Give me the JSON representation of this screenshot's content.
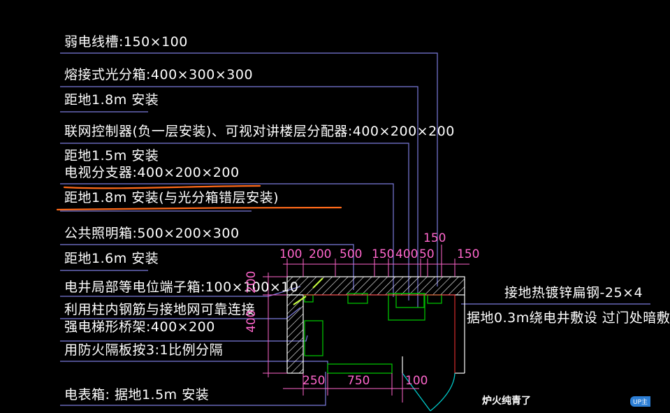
{
  "labels": {
    "weak_trough": "弱电线槽:150×100",
    "fiber_box": "熔接式光分箱:400×300×300",
    "height_18_a": "距地1.8m 安装",
    "network_ctrl": "联网控制器(负一层安装)、可视对讲楼层分配器:400×200×200",
    "height_15_a": "距地1.5m 安装",
    "tv_splitter": "电视分支器:400×200×200",
    "height_18_b": "距地1.8m 安装(与光分箱错层安装)",
    "lighting_box": "公共照明箱:500×200×300",
    "height_16": "距地1.6m 安装",
    "equipotential_box": "电井局部等电位端子箱:100×100×10",
    "column_rebar": "利用柱内钢筋与接地网可靠连接",
    "cable_tray": "强电梯形桥架:400×200",
    "fire_partition": "用防火隔板按3:1比例分隔",
    "meter_box": "电表箱: 据地1.5m 安装",
    "ground_steel": "接地热镀锌扁钢-25×4",
    "ground_route": "据地0.3m绕电井敷设 过门处暗敷"
  },
  "dimensions": {
    "top_left": "100",
    "top_200": "200",
    "top_500": "500",
    "top_150a": "150",
    "top_400": "400",
    "top_50": "50",
    "top_150b": "150",
    "top_150c": "150",
    "left_400": "400",
    "left_200": "200",
    "bottom_250": "250",
    "bottom_750": "750",
    "bottom_100": "100"
  },
  "watermark": "炉火纯青了",
  "badge": "UP主",
  "colors": {
    "text": "#ffffff",
    "leader": "#7b7bdc",
    "dimension": "#ff66cc",
    "wall": "#ffffff",
    "equipment": "#00c000",
    "highlight": "#ff6a1a",
    "door": "#00cccc",
    "ground": "#ff3333"
  }
}
